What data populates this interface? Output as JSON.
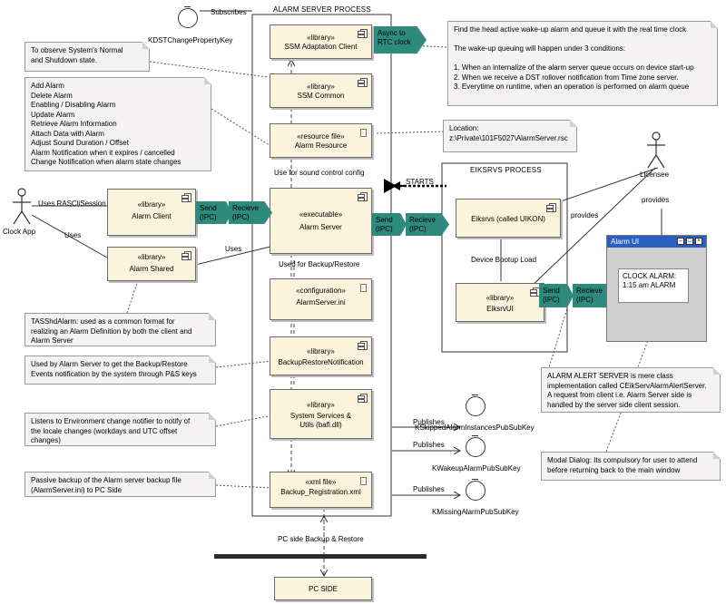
{
  "processes": {
    "alarm_server": "ALARM SERVER PROCESS",
    "eiksrvs": "EIKSRVS PROCESS"
  },
  "components": {
    "ssm_adaptation": {
      "stereotype": "«library»",
      "name": "SSM Adaptation Client"
    },
    "ssm_common": {
      "stereotype": "«library»",
      "name": "SSM Common"
    },
    "alarm_resource": {
      "stereotype": "«resource file»",
      "name": "Alarm Resource"
    },
    "alarm_server": {
      "stereotype": "«executable»",
      "name": "Alarm Server"
    },
    "alarm_client": {
      "stereotype": "«library»",
      "name": "Alarm Client"
    },
    "alarm_shared": {
      "stereotype": "«library»",
      "name": "Alarm Shared"
    },
    "alarm_server_ini": {
      "stereotype": "«configuration»",
      "name": "AlarmServer.ini"
    },
    "backup_restore": {
      "stereotype": "«library»",
      "name": "BackupRestoreNotification"
    },
    "system_services": {
      "stereotype": "«library»",
      "name": "System Services &",
      "name2": "Utils (bafl.dll)"
    },
    "backup_xml": {
      "stereotype": "«xml file»",
      "name": "Backup_Registration.xml"
    },
    "eiksrvs": {
      "name": "Eiksrvs  (called UIKON)"
    },
    "eiksrvui": {
      "stereotype": "«library»",
      "name": "EiksrvUI"
    },
    "pc_side": {
      "name": "PC SIDE"
    }
  },
  "tags": {
    "async": "Async to\nRTC clock",
    "send": "Send\n(IPC)",
    "recieve": "Recieve\n(IPC)"
  },
  "interfaces": {
    "kdst": "KDSTChangePropertyKey",
    "kskipped": "KSkippedAlarmInstancesPubSubKey",
    "kwakeup": "KWakeupAlarmPubSubKey",
    "kmissing": "KMissingAlarmPubSubKey"
  },
  "actors": {
    "clock_app": "Clock App",
    "licensee": "Licensee"
  },
  "labels": {
    "subscribes": "Subscribes",
    "uses_rascli": "Uses RASCliSession",
    "uses1": "Uses",
    "uses2": "Uses",
    "sound_control": "Use for sound control config",
    "backup_restore": "Used for Backup/Restore",
    "starts": "STARTS",
    "device_bootup": "Device Bootup Load",
    "provides1": "provides",
    "provides2": "provides",
    "publishes1": "Publishes",
    "publishes2": "Publishes",
    "publishes3": "Publishes",
    "pc_backup": "PC side Backup & Restore"
  },
  "notes": {
    "observe": "To observe System's Normal\nand Shutdown state.",
    "operations": "Add Alarm\nDelete Alarm\nEnabling / Disabling Alarm\nUpdate Alarm\nRetrieve Alarm Information\nAttach Data with Alarm\nAdjust Sound Duration / Offset\nAlarm Notification when it expires / cancelled\nChange Notification when alarm state changes",
    "wakeup": "Find the head active wake-up alarm and queue it with the real time clock\n\nThe wake-up queuing will happen under 3 conditions:\n\n  1. When an  internalize of the alarm server queue occurs on device start-up\n  2. When we receive a DST rollover notification from Time zone server.\n  3. Everytime on runtime, when an operation is performed on alarm queue",
    "location": "Location:\nz:\\Private\\101F5027\\AlarmServer.rsc",
    "tasshd": "TASShdAlarm: used as a common format for\nrealizing an Alarm Definition by both the client and\nAlarm Server",
    "backup_notif": "Used by Alarm Server to get the Backup/Restore\nEvents notification by the system through P&S keys",
    "env_change": "Listens to Environment change notifier to notify of\nthe locale changes (workdays and UTC offset\nchanges)",
    "passive_backup": "Passive backup of the Alarm server backup file\n(AlarmServer.ini) to PC Side",
    "alert_server": "ALARM ALERT SERVER is mere class\nimplementation called CEikServAlarmAlertServer.\nA request from client i.e. Alarm Server side is\nhandled by the server side client session.",
    "modal": "Modal Dialog: Its compulsory for user to attend\nbefore returning back to the main window"
  },
  "alarm_ui": {
    "title": "Alarm UI",
    "message": "CLOCK ALARM:\n1:15 am ALARM"
  }
}
